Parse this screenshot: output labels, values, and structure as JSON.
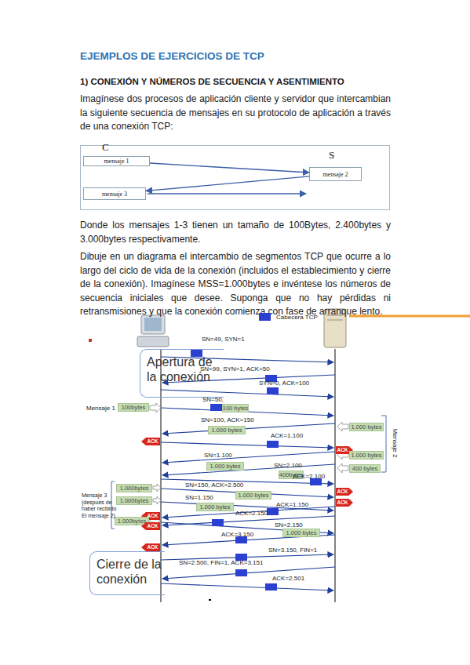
{
  "diagram": {
    "title": "EJEMPLOS DE EJERCICIOS DE TCP",
    "nodes": [
      {
        "text": [
          "C",
          "S"
        ]
      },
      {
        "text": [
          "mensaje 1"
        ],
        "in": 0
      },
      {
        "text": [
          "mensaje 2"
        ],
        "in": 0
      },
      {
        "text": [
          "mensaje 3"
        ],
        "in": 0
      },
      {
        "text": [
          "Apertura de la conexión"
        ]
      },
      {
        "text": [
          "100bytes"
        ]
      },
      {
        "text": [
          "100 bytes"
        ]
      },
      {
        "text": [
          "1.000 bytes"
        ]
      },
      {
        "text": [
          "1.000 bytes"
        ]
      },
      {
        "text": [
          "ACK"
        ]
      },
      {
        "text": [
          "1.000 bytes"
        ]
      },
      {
        "text": [
          "ACK"
        ]
      },
      {
        "text": [
          "1.000 bytes"
        ]
      },
      {
        "text": [
          "400bytes"
        ]
      },
      {
        "text": [
          "400 bytes"
        ]
      },
      {
        "text": [
          "1.000bytes"
        ]
      },
      {
        "text": [
          "1.000 bytes"
        ]
      },
      {
        "text": [
          "ACK"
        ]
      },
      {
        "text": [
          "1.000bytes"
        ]
      },
      {
        "text": [
          "1.000 bytes"
        ]
      },
      {
        "text": [
          "ACK"
        ]
      },
      {
        "text": [
          "ACK"
        ]
      },
      {
        "text": [
          "1.000bytes"
        ]
      },
      {
        "text": [
          "ACK"
        ]
      },
      {
        "text": [
          "1.000 bytes"
        ]
      },
      {
        "text": [
          "ACK"
        ]
      },
      {
        "text": [
          "Cierre de la conexión"
        ]
      }
    ],
    "edges": [
      {
        "from": 1,
        "to": 2,
        "arrow": "to"
      },
      {
        "from": 2,
        "to": 3,
        "arrow": "to"
      }
    ],
    "labels": [
      "1) CONEXIÓN Y NÚMEROS DE SECUENCIA Y ASENTIMIENTO",
      "Imagínese dos procesos de aplicación cliente y servidor que intercambian la siguiente secuencia de mensajes en su protocolo de aplicación a través de una conexión TCP:",
      "Donde los mensajes 1-3 tienen un tamaño de 100Bytes, 2.400bytes y 3.000bytes respectivamente.",
      "Dibuje en un diagrama el intercambio de segmentos TCP que ocurre a lo largo del ciclo de vida de la conexión (incluidos el establecimiento y cierre de la conexión). Imagínese MSS=1.000bytes e invéntese los números de secuencia iniciales que desee. Suponga que no hay pérdidas ni retransmisiones y que la conexión comienza con fase de arranque lento.",
      "SN=49, SYN=1",
      "SN=99, SYN=1, ACK=50",
      "SYN=0, ACK=100",
      "Mensaje 1",
      "SN=50,",
      "SN=100, ACK=150",
      "ACK=1.100",
      "SN=1.100",
      "SN=2.100",
      "Mensaje 2",
      "ACK=2.100",
      "SN=150, ACK=2.500",
      "Mensaje 3 (después de haber recibido El mensaje 2)",
      "SN=1.150",
      "ACK=1.150",
      "ACK=2.150",
      "SN=2.150",
      "ACK=3.150",
      "SN=3.150, FIN=1",
      "SN=2.500, FIN=1, ACK=3.151",
      "ACK=2.501"
    ],
    "legend": [
      {
        "text": "Cabecera TCP",
        "color": "#2b3fd0"
      }
    ]
  }
}
